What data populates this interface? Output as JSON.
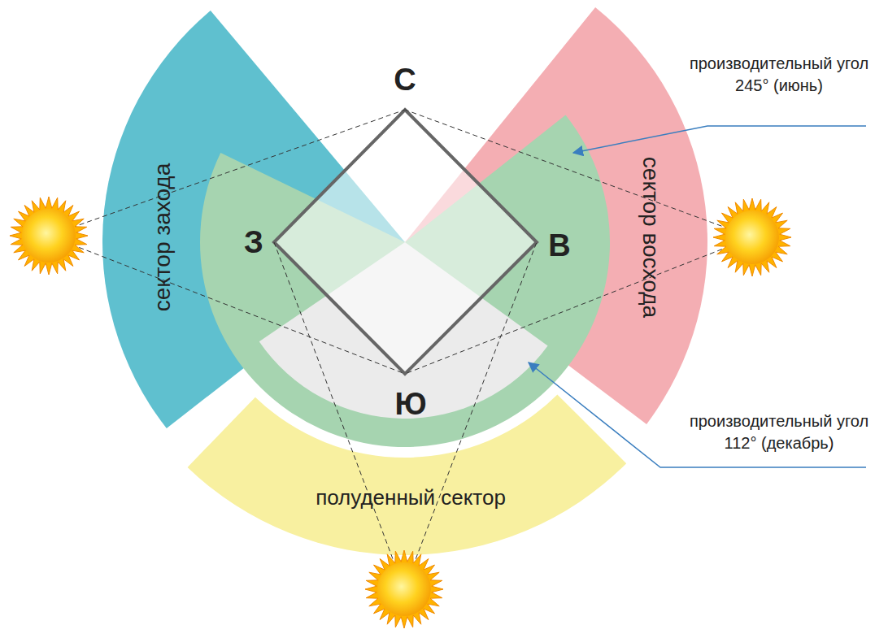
{
  "diagram": {
    "nodes": [
      {
        "text": [
          "сектор захода"
        ]
      },
      {
        "text": [
          "сектор восхода"
        ]
      },
      {
        "text": [
          "полуденный сектор"
        ]
      }
    ],
    "labels": [
      "С",
      "З",
      "В",
      "Ю",
      "производительный угол 245° (июнь)",
      "производительный угол 112° (декабрь)"
    ]
  }
}
